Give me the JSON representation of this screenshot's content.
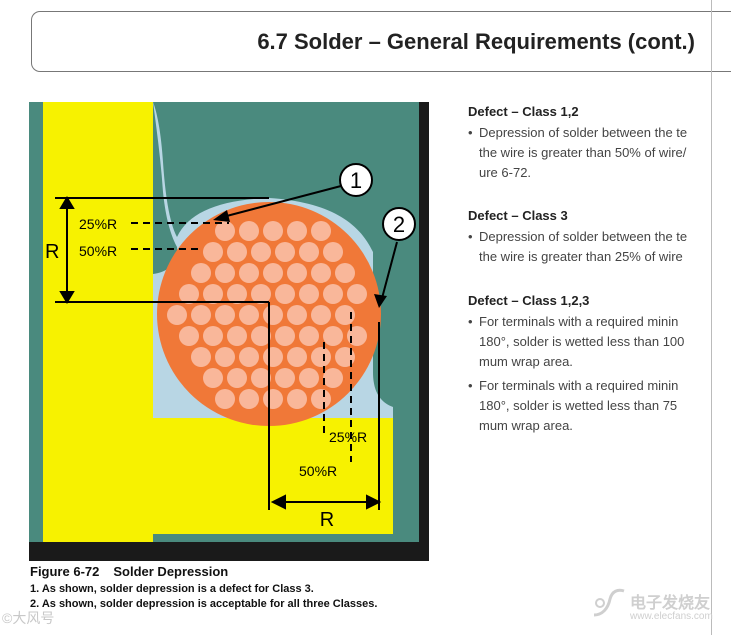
{
  "header": {
    "title": "6.7  Solder – General Requirements (cont.)"
  },
  "figure": {
    "labels": {
      "callout_1": "1",
      "callout_2": "2",
      "r_left": "R",
      "pct25_left": "25%R",
      "pct50_left": "50%R",
      "pct25_bottom": "25%R",
      "pct50_bottom": "50%R",
      "r_bottom": "R"
    },
    "caption_number": "Figure 6-72",
    "caption_title": "Solder Depression",
    "notes": [
      "1. As shown, solder depression is a defect for Class 3.",
      "2. As shown, solder depression is acceptable for all three Classes."
    ],
    "colors": {
      "teal": "#4a8a7e",
      "yellow": "#f7f200",
      "orange": "#f07838",
      "strand": "#f9b79a",
      "lightblue": "#b8d6e4",
      "dark": "#1a1a1a"
    }
  },
  "defects": [
    {
      "heading": "Defect – Class 1,2",
      "bullets": [
        [
          "Depression of solder between the te",
          "the wire is greater than 50% of wire/",
          "ure 6-72."
        ]
      ]
    },
    {
      "heading": "Defect – Class 3",
      "bullets": [
        [
          "Depression of solder between the te",
          "the wire is greater than 25% of wire"
        ]
      ]
    },
    {
      "heading": "Defect – Class 1,2,3",
      "bullets": [
        [
          "For terminals with a required minin",
          "180°, solder is wetted less than 100",
          "mum wrap area."
        ],
        [
          "For terminals with a required minin",
          "180°, solder is wetted less than 75",
          "mum wrap area."
        ]
      ]
    }
  ],
  "watermarks": {
    "left": "©大风号",
    "right_cn": "电子发烧友",
    "right_url": "www.elecfans.com"
  }
}
